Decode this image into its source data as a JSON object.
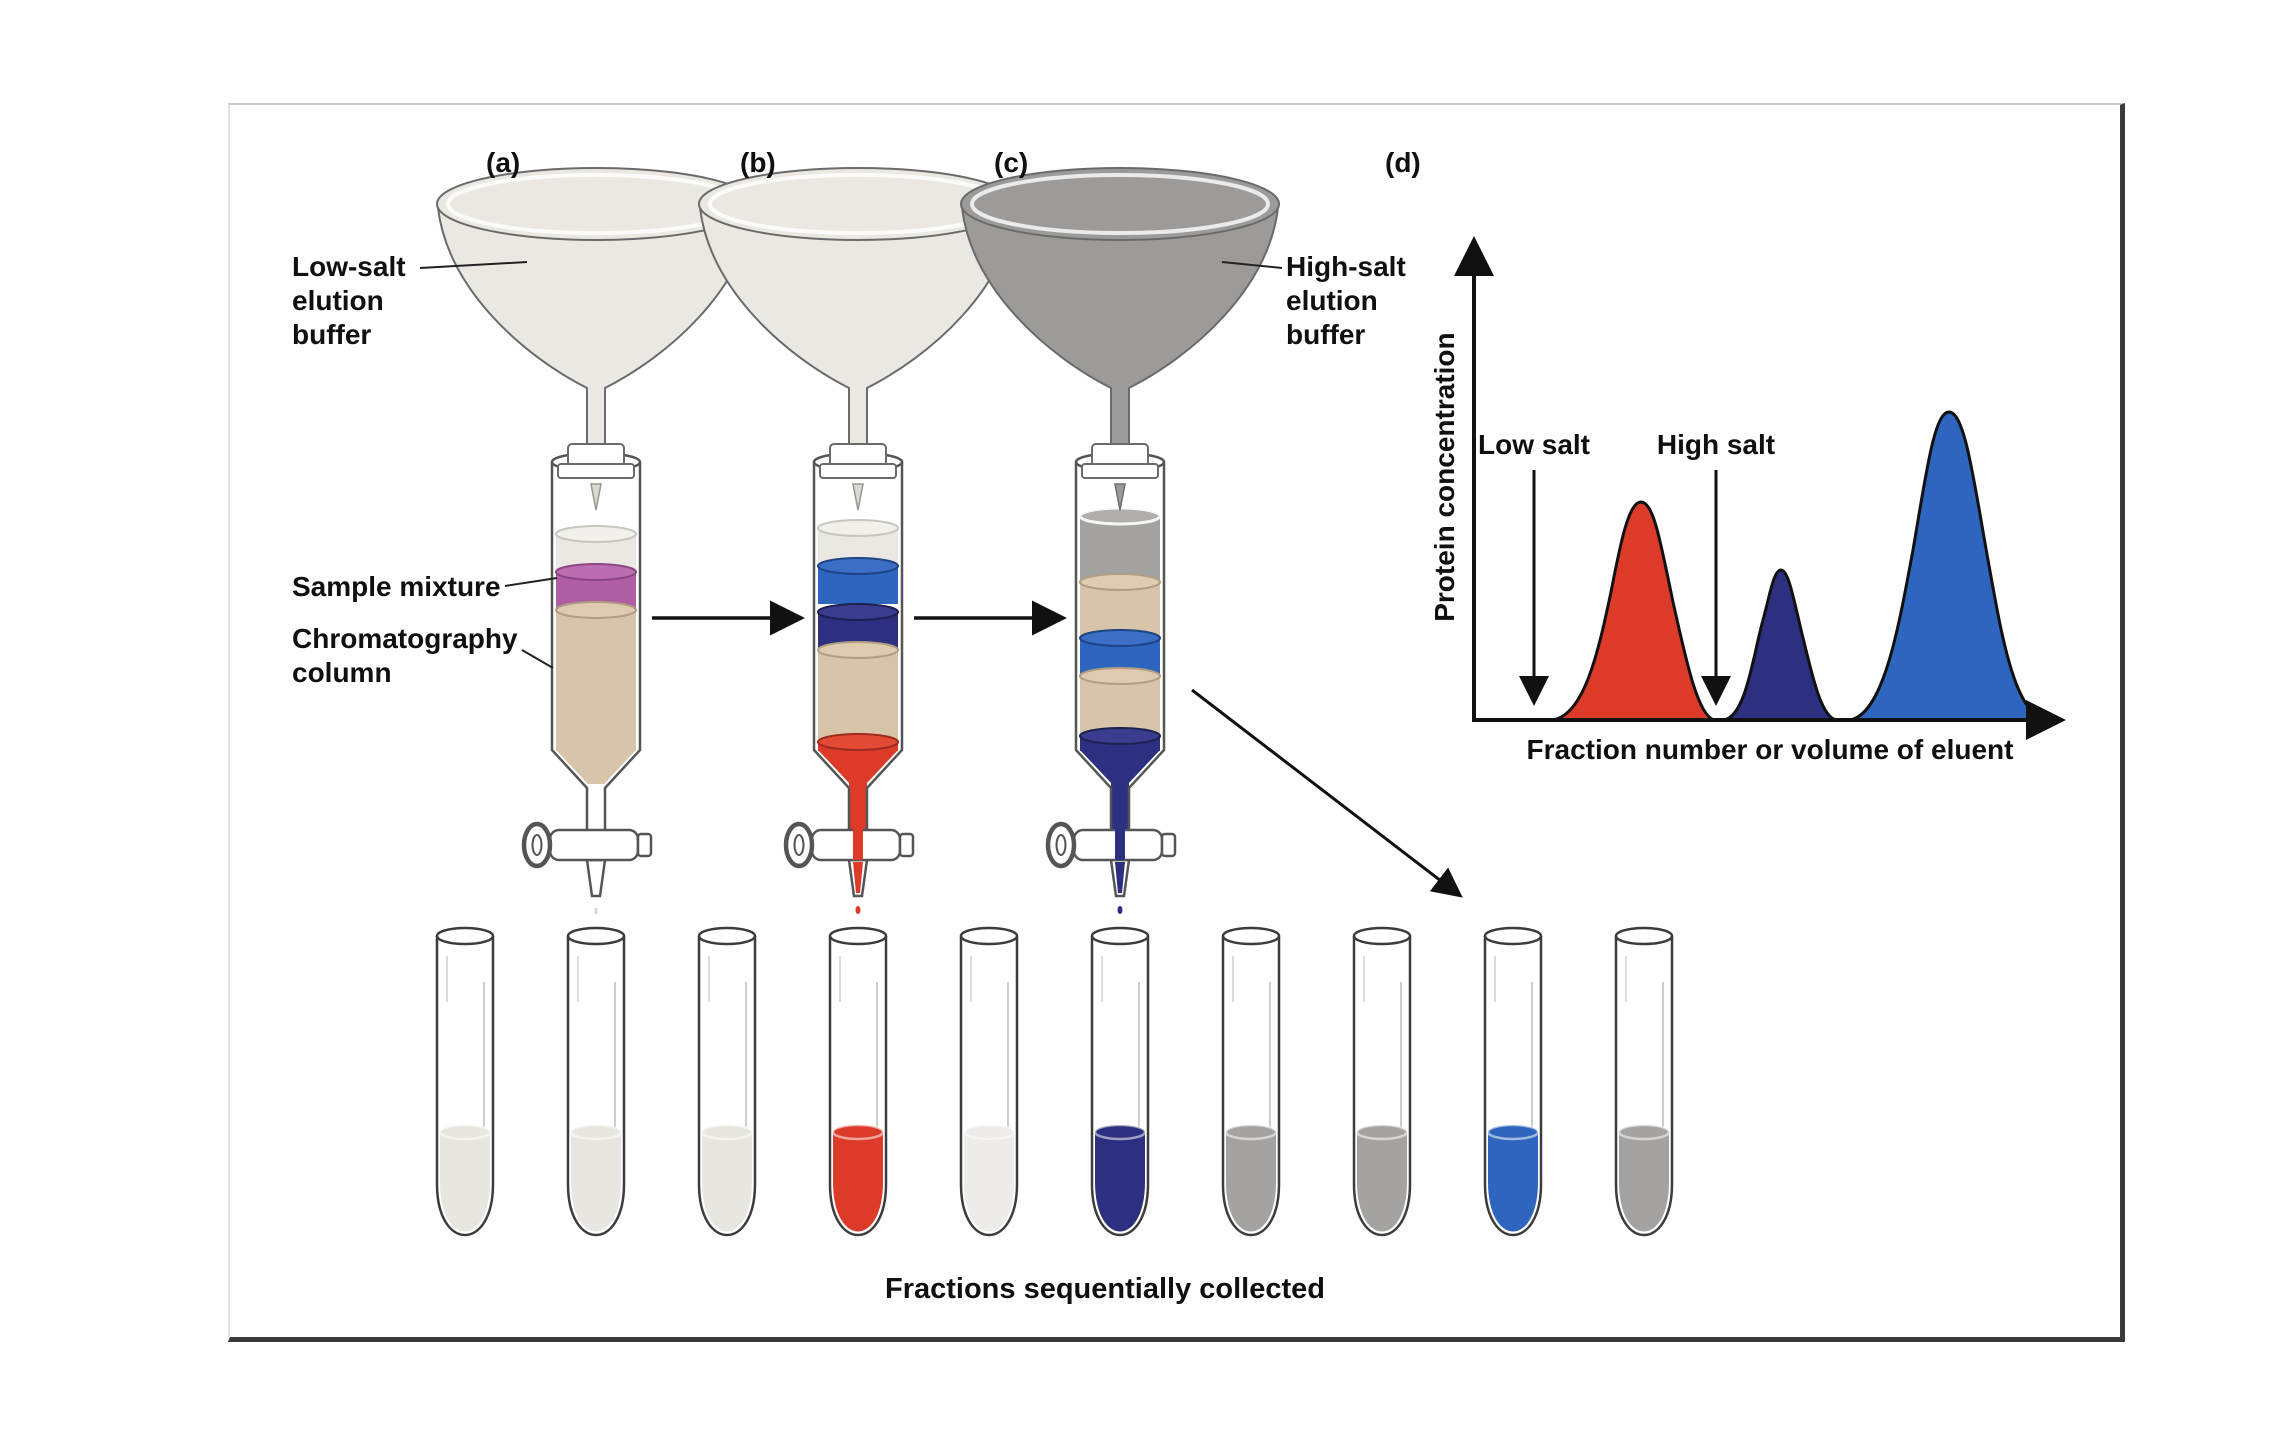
{
  "figure": {
    "panels": {
      "a": "(a)",
      "b": "(b)",
      "c": "(c)",
      "d": "(d)"
    },
    "labels": {
      "low_salt_buffer": [
        "Low-salt",
        "elution",
        "buffer"
      ],
      "sample_mixture": "Sample mixture",
      "chromatography_column": [
        "Chromatography",
        "column"
      ],
      "high_salt_buffer": [
        "High-salt",
        "elution",
        "buffer"
      ],
      "fractions_caption": "Fractions sequentially collected"
    }
  },
  "chart_data": {
    "type": "area",
    "title": "",
    "xlabel": "Fraction number or volume of eluent",
    "ylabel": "Protein concentration",
    "x_axis": {
      "range_rel": [
        0,
        1
      ],
      "ticks": "none"
    },
    "y_axis": {
      "range_rel": [
        0,
        1
      ],
      "ticks": "none"
    },
    "grid": false,
    "legend": "none",
    "annotations": [
      {
        "label": "Low salt",
        "x_rel": 0.1,
        "marker": "down-arrow-to-axis"
      },
      {
        "label": "High salt",
        "x_rel": 0.41,
        "marker": "down-arrow-to-axis"
      }
    ],
    "series": [
      {
        "name": "first eluted protein (red peak)",
        "color": "#dd3b2a",
        "peak_center_rel": 0.27,
        "peak_height_rel": 0.7,
        "peak_base_rel": [
          0.13,
          0.41
        ]
      },
      {
        "name": "second eluted protein (dark-blue peak)",
        "color": "#2d2f80",
        "peak_center_rel": 0.52,
        "peak_height_rel": 0.48,
        "peak_base_rel": [
          0.42,
          0.62
        ]
      },
      {
        "name": "third eluted protein (blue peak)",
        "color": "#2e66bf",
        "peak_center_rel": 0.81,
        "peak_height_rel": 1.0,
        "peak_base_rel": [
          0.63,
          0.97
        ]
      }
    ]
  },
  "colors": {
    "red": "#dd3b2a",
    "red_light": "#e34a36",
    "dark_blue": "#2d2f80",
    "navy_light": "#3a3d8e",
    "blue": "#2e66bf",
    "blue_light": "#3d6ec5",
    "purple": "#b05fa4",
    "purple_light": "#bb6db0",
    "tan": "#d8c4a8",
    "tan_light": "#dfcbb0",
    "light_buffer": "#ebe8e3",
    "light_surface": "#f2f0ec",
    "gray_buffer": "#a3a2a0",
    "gray_surface": "#b0afac"
  },
  "funnels": {
    "a": {
      "content": "low-salt elution buffer",
      "color": "#ebe8e3"
    },
    "b": {
      "content": "low-salt elution buffer",
      "color": "#ebe8e3"
    },
    "c": {
      "content": "high-salt elution buffer",
      "color": "#9c9b99"
    }
  },
  "tubes": [
    {
      "id": 1,
      "color": "#e9e6e1"
    },
    {
      "id": 2,
      "color": "#e9e6e1"
    },
    {
      "id": 3,
      "color": "#e9e6e1"
    },
    {
      "id": 4,
      "color": "#dd3b2a"
    },
    {
      "id": 5,
      "color": "#eeece8"
    },
    {
      "id": 6,
      "color": "#2d2f80"
    },
    {
      "id": 7,
      "color": "#a5a3a1"
    },
    {
      "id": 8,
      "color": "#a5a3a1"
    },
    {
      "id": 9,
      "color": "#2e66bf"
    },
    {
      "id": 10,
      "color": "#a5a3a1"
    }
  ]
}
